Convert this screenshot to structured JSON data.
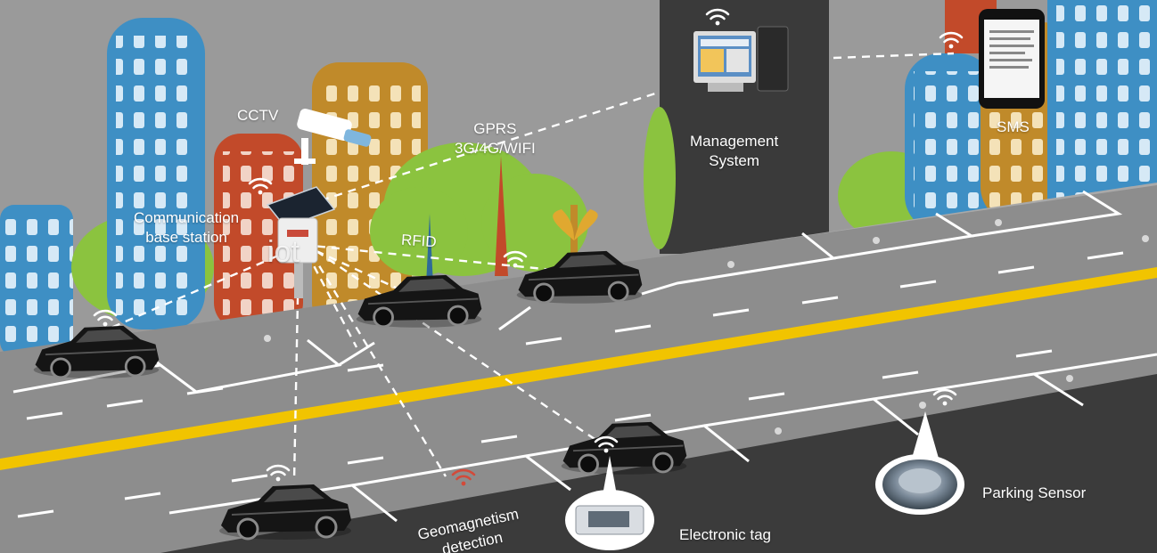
{
  "labels": {
    "cctv": "CCTV",
    "communication": [
      "Communication",
      "base station"
    ],
    "gprs": [
      "GPRS",
      "3G/4G/WIFI"
    ],
    "management": [
      "Management",
      "System"
    ],
    "sms": "SMS",
    "rfid": "RFID",
    "iot": "iot",
    "geomagnetism": [
      "Geomagnetism",
      "detection"
    ],
    "electronic_tag": "Electronic tag",
    "parking_sensor": "Parking Sensor"
  },
  "colors": {
    "sky": "#9a9a9a",
    "road": "#8d8d8d",
    "road_edge": "#3b3b3b",
    "center_line": "#f1c400",
    "management_panel": "#3a3a3a",
    "building_blue": "#3e8fc4",
    "building_red": "#c24a2a",
    "building_ochre": "#c08a2a",
    "tree_green": "#8bc33f",
    "car": "#151515"
  },
  "icons": [
    "wifi-icon",
    "cctv-camera-icon",
    "solar-base-station-icon",
    "desktop-computer-icon",
    "smartphone-icon",
    "car-icon",
    "electronic-tag-icon",
    "parking-sensor-icon"
  ]
}
